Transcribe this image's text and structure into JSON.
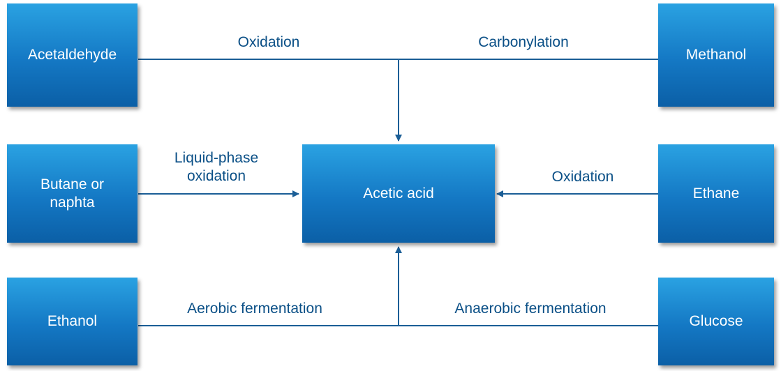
{
  "nodes": {
    "acetaldehyde": "Acetaldehyde",
    "methanol": "Methanol",
    "butane": "Butane or\nnaphta",
    "acetic_acid": "Acetic acid",
    "ethane": "Ethane",
    "ethanol": "Ethanol",
    "glucose": "Glucose"
  },
  "edges": {
    "oxidation_top": "Oxidation",
    "carbonylation": "Carbonylation",
    "liquid_phase": "Liquid-phase\noxidation",
    "oxidation_right": "Oxidation",
    "aerobic": "Aerobic fermentation",
    "anaerobic": "Anaerobic fermentation"
  },
  "colors": {
    "box_top": "#2aa2e2",
    "box_bottom": "#0b5fa6",
    "line": "#1b5e96",
    "label": "#0a4f86"
  }
}
